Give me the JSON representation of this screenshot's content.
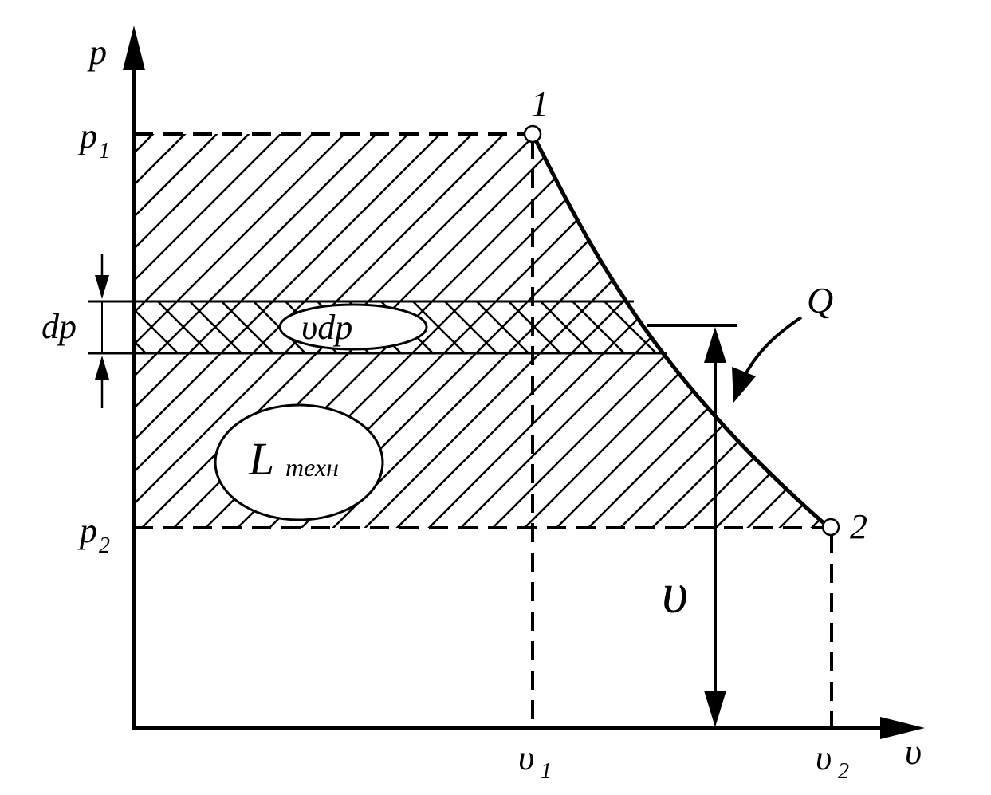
{
  "labels": {
    "p_axis": "p",
    "v_axis": "υ",
    "p1": "p",
    "p1_sub": "1",
    "p2": "p",
    "p2_sub": "2",
    "dp": "dp",
    "v1": "υ",
    "v1_sub": "1",
    "v2": "υ",
    "v2_sub": "2",
    "point1": "1",
    "point2": "2",
    "vdp": "υdp",
    "L_main": "L",
    "L_sub": "техн",
    "Q": "Q",
    "v_span": "υ"
  },
  "colors": {
    "ink": "#000000",
    "background": "#ffffff"
  }
}
